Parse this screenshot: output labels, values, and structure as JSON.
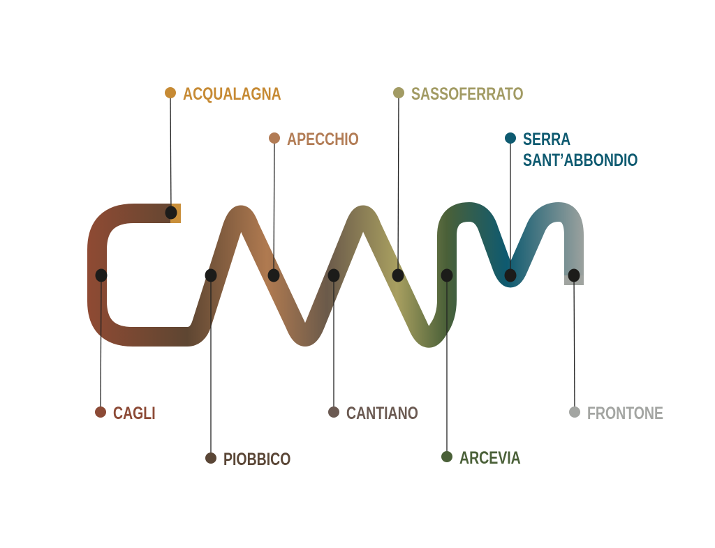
{
  "stops": [
    {
      "name": "acqualagna",
      "label": [
        "ACQUALAGNA"
      ],
      "color": "#c68a34"
    },
    {
      "name": "apecchio",
      "label": [
        "APECCHIO"
      ],
      "color": "#b27c55"
    },
    {
      "name": "sassoferrato",
      "label": [
        "SASSOFERRATO"
      ],
      "color": "#a29b64"
    },
    {
      "name": "serra-santabbondio",
      "label": [
        "SERRA",
        "SANT’ABBONDIO"
      ],
      "color": "#0e5a70"
    },
    {
      "name": "cagli",
      "label": [
        "CAGLI"
      ],
      "color": "#8c4a36"
    },
    {
      "name": "piobbico",
      "label": [
        "PIOBBICO"
      ],
      "color": "#5a4636"
    },
    {
      "name": "cantiano",
      "label": [
        "CANTIANO"
      ],
      "color": "#6b5a52"
    },
    {
      "name": "arcevia",
      "label": [
        "ARCEVIA"
      ],
      "color": "#4a6038"
    },
    {
      "name": "frontone",
      "label": [
        "FRONTONE"
      ],
      "color": "#a3a5a2"
    }
  ],
  "path_colors": [
    "#8f4a33",
    "#5e4632",
    "#b07a50",
    "#6b5a4a",
    "#a89f60",
    "#4a6038",
    "#0e5a70",
    "#a0a4a0"
  ]
}
